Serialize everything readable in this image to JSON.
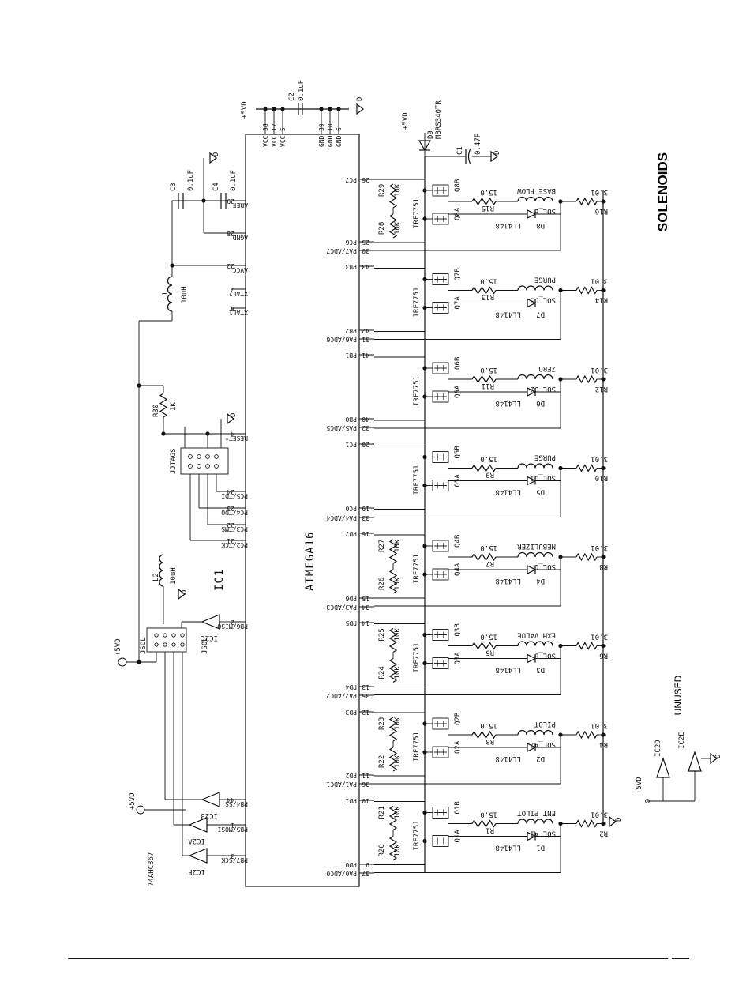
{
  "page": {
    "title": "SOLENOIDS",
    "unused_note": "UNUSED"
  },
  "ic1": {
    "ref": "IC1",
    "part": "ATMEGA16",
    "left_pins": [
      {
        "name": "AREF",
        "num": "29"
      },
      {
        "name": "AGND",
        "num": "28"
      },
      {
        "name": "AVCC",
        "num": "22"
      },
      {
        "name": "XTAL2",
        "num": "7"
      },
      {
        "name": "XTAL1",
        "num": "8"
      },
      {
        "name": "RESET*",
        "num": "4"
      },
      {
        "name": "PC5/TDI",
        "num": "24"
      },
      {
        "name": "PC4/TDO",
        "num": "23"
      },
      {
        "name": "PC3/TMS",
        "num": "22"
      },
      {
        "name": "PC2/TCK",
        "num": "21"
      },
      {
        "name": "PB6/MISO",
        "num": "2"
      },
      {
        "name": "PB4/SS",
        "num": "44"
      },
      {
        "name": "PB5/MOSI",
        "num": "1"
      },
      {
        "name": "PB7/SCK",
        "num": "3"
      }
    ],
    "top_pins": [
      {
        "name": "VCC",
        "num": "38"
      },
      {
        "name": "VCC",
        "num": "17"
      },
      {
        "name": "VCC",
        "num": "5"
      },
      {
        "name": "GND",
        "num": "39"
      },
      {
        "name": "GND",
        "num": "18"
      },
      {
        "name": "GND",
        "num": "6"
      }
    ],
    "right_pins": [
      {
        "name": "PC7",
        "num": "26"
      },
      {
        "name": "PC6",
        "num": "25"
      },
      {
        "name": "PA7/ADC7",
        "num": "30"
      },
      {
        "name": "PB3",
        "num": "43"
      },
      {
        "name": "PB2",
        "num": "42"
      },
      {
        "name": "PA6/ADC6",
        "num": "31"
      },
      {
        "name": "PB1",
        "num": "41"
      },
      {
        "name": "PB0",
        "num": "40"
      },
      {
        "name": "PA5/ADC5",
        "num": "32"
      },
      {
        "name": "PC1",
        "num": "20"
      },
      {
        "name": "PC0",
        "num": "19"
      },
      {
        "name": "PA4/ADC4",
        "num": "33"
      },
      {
        "name": "PD7",
        "num": "16"
      },
      {
        "name": "PD6",
        "num": "15"
      },
      {
        "name": "PA3/ADC3",
        "num": "34"
      },
      {
        "name": "PD5",
        "num": "14"
      },
      {
        "name": "PD4",
        "num": "13"
      },
      {
        "name": "PA2/ADC2",
        "num": "35"
      },
      {
        "name": "PD3",
        "num": "12"
      },
      {
        "name": "PD2",
        "num": "11"
      },
      {
        "name": "PA1/ADC1",
        "num": "36"
      },
      {
        "name": "PD1",
        "num": "10"
      },
      {
        "name": "PD0",
        "num": "9"
      },
      {
        "name": "PA0/ADC0",
        "num": "37"
      }
    ]
  },
  "power": {
    "supply": "+5VD",
    "ground": "D"
  },
  "parts": {
    "c2": {
      "ref": "C2",
      "val": "0.1uF"
    },
    "c3": {
      "ref": "C3",
      "val": "0.1uF"
    },
    "c4": {
      "ref": "C4",
      "val": "0.1uF"
    },
    "c1": {
      "ref": "C1",
      "val": "0.47F"
    },
    "d9": {
      "ref": "D9",
      "val": "MBRS340TR"
    },
    "l1": {
      "ref": "L1",
      "val": "10uH"
    },
    "l2": {
      "ref": "L2",
      "val": "10uH"
    },
    "r30": {
      "ref": "R30",
      "val": "1K"
    },
    "jjtag": {
      "ref": "JJTAGS"
    },
    "jsol": {
      "ref": "JSOL"
    },
    "buffer": {
      "part": "74AHC367",
      "gates": [
        "IC2A",
        "IC2B",
        "IC2C",
        "IC2D",
        "IC2E",
        "IC2F"
      ]
    },
    "mosfet": "IRF7751",
    "diode": "LL4148",
    "rgate": "15.0",
    "rsense": "3.01",
    "pull": "10K"
  },
  "channels": [
    {
      "q": "Q8",
      "pin_a": "PC6",
      "pin_b": "PC7",
      "rp_a": "R28",
      "rp_b": "R29",
      "rg": "R15",
      "rs": "R16",
      "d": "D8",
      "sol": "SOL_E",
      "label": "BASE FLOW"
    },
    {
      "q": "Q7",
      "pin_a": "PB2",
      "pin_b": "PB3",
      "rp_a": "",
      "rp_b": "",
      "rg": "R13",
      "rs": "R14",
      "d": "D7",
      "sol": "SOL_D3",
      "label": "PURGE"
    },
    {
      "q": "Q6",
      "pin_a": "PB0",
      "pin_b": "PB1",
      "rp_a": "",
      "rp_b": "",
      "rg": "R11",
      "rs": "R12",
      "d": "D6",
      "sol": "SOL_D2",
      "label": "ZERO"
    },
    {
      "q": "Q5",
      "pin_a": "PC0",
      "pin_b": "PC1",
      "rp_a": "",
      "rp_b": "",
      "rg": "R9",
      "rs": "R10",
      "d": "D5",
      "sol": "SOL_D1",
      "label": "PURGE"
    },
    {
      "q": "Q4",
      "pin_a": "PD6",
      "pin_b": "PD7",
      "rp_a": "R26",
      "rp_b": "R27",
      "rg": "R7",
      "rs": "R8",
      "d": "D4",
      "sol": "SOL_C",
      "label": "NEBULIZER"
    },
    {
      "q": "Q3",
      "pin_a": "PD4",
      "pin_b": "PD5",
      "rp_a": "R24",
      "rp_b": "R25",
      "rg": "R5",
      "rs": "R6",
      "d": "D3",
      "sol": "SOL_B",
      "label": "EXH VALUE"
    },
    {
      "q": "Q2",
      "pin_a": "PD2",
      "pin_b": "PD3",
      "rp_a": "R22",
      "rp_b": "R23",
      "rg": "R3",
      "rs": "R4",
      "d": "D2",
      "sol": "SOL_A2",
      "label": "PILOT"
    },
    {
      "q": "Q1",
      "pin_a": "PD0",
      "pin_b": "PD1",
      "rp_a": "R20",
      "rp_b": "R21",
      "rg": "R1",
      "rs": "R2",
      "d": "D1",
      "sol": "SOL_A1",
      "label": "ENT PILOT"
    }
  ]
}
